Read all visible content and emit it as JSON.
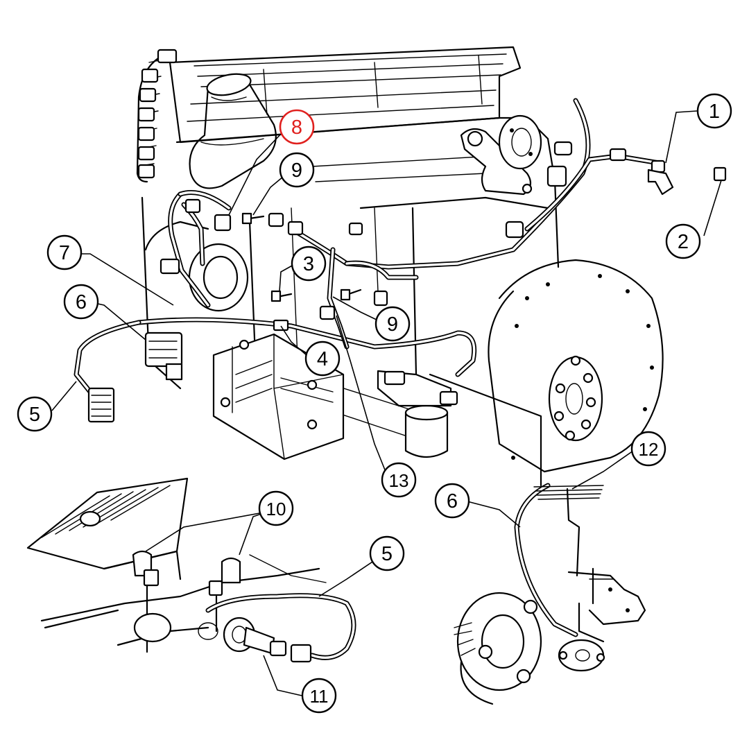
{
  "highlight_color": "#e0201e",
  "callouts": [
    {
      "id": "c1",
      "label": "1",
      "highlighted": false
    },
    {
      "id": "c2",
      "label": "2",
      "highlighted": false
    },
    {
      "id": "c3",
      "label": "3",
      "highlighted": false
    },
    {
      "id": "c4",
      "label": "4",
      "highlighted": false
    },
    {
      "id": "c5a",
      "label": "5",
      "highlighted": false
    },
    {
      "id": "c5b",
      "label": "5",
      "highlighted": false
    },
    {
      "id": "c6a",
      "label": "6",
      "highlighted": false
    },
    {
      "id": "c6b",
      "label": "6",
      "highlighted": false
    },
    {
      "id": "c7",
      "label": "7",
      "highlighted": false
    },
    {
      "id": "c8",
      "label": "8",
      "highlighted": true
    },
    {
      "id": "c9a",
      "label": "9",
      "highlighted": false
    },
    {
      "id": "c9b",
      "label": "9",
      "highlighted": false
    },
    {
      "id": "c10",
      "label": "10",
      "highlighted": false
    },
    {
      "id": "c11",
      "label": "11",
      "highlighted": false
    },
    {
      "id": "c12",
      "label": "12",
      "highlighted": false
    },
    {
      "id": "c13",
      "label": "13",
      "highlighted": false
    }
  ]
}
